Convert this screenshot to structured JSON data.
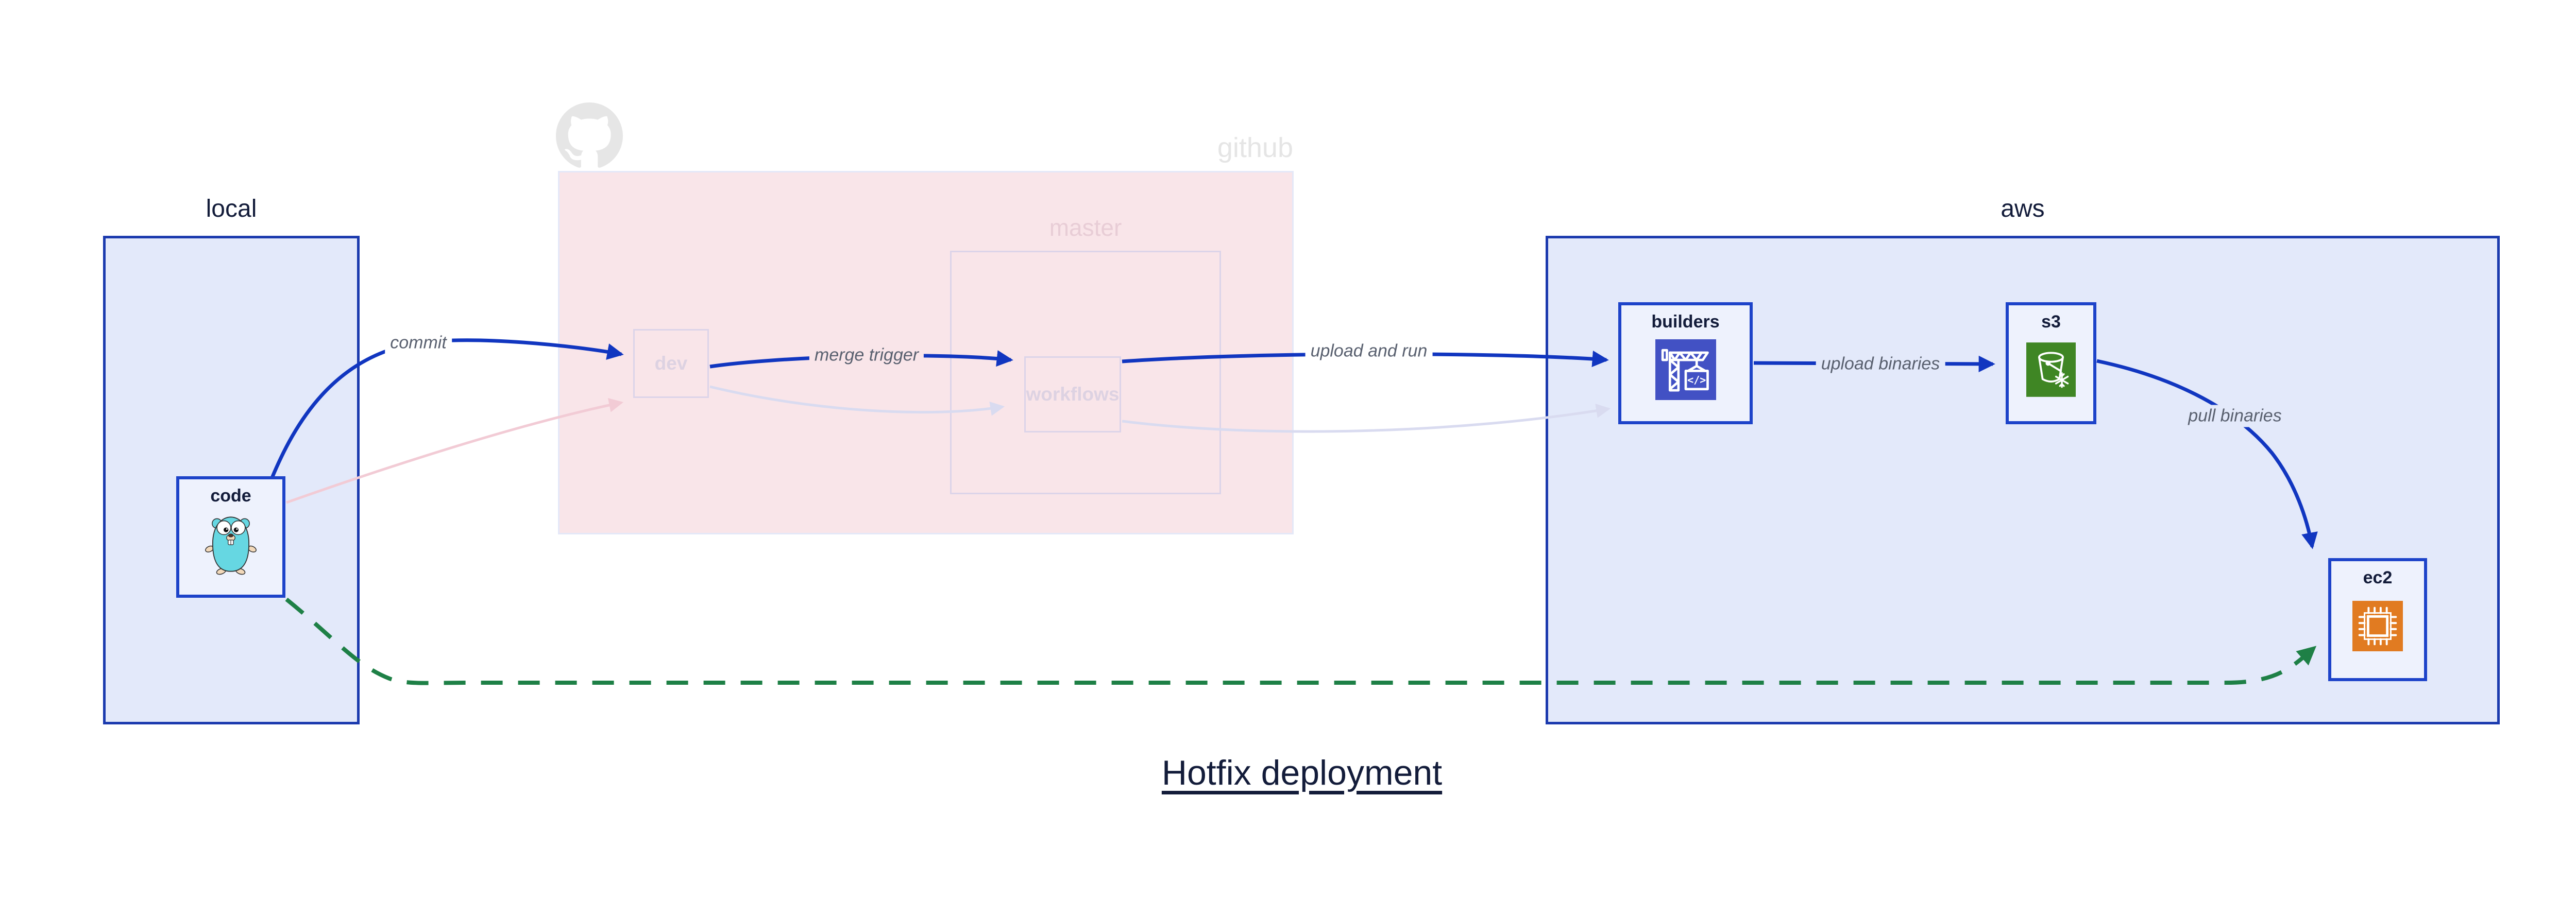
{
  "title": {
    "text": "Hotfix deployment"
  },
  "groups": {
    "local": {
      "label": "local"
    },
    "aws": {
      "label": "aws"
    },
    "github": {
      "label": "github",
      "branch": {
        "label": "master"
      }
    }
  },
  "nodes": {
    "code": {
      "label": "code",
      "icon": "go-gopher-icon"
    },
    "dev": {
      "label": "dev"
    },
    "workflows": {
      "label": "workflows"
    },
    "builders": {
      "label": "builders",
      "icon": "codebuild-crane-icon"
    },
    "s3": {
      "label": "s3",
      "icon": "s3-glacier-bucket-icon"
    },
    "ec2": {
      "label": "ec2",
      "icon": "ec2-chip-icon"
    }
  },
  "edges": {
    "commit": {
      "label": "commit",
      "from": "code",
      "to": "dev",
      "style": "solid-blue"
    },
    "merge_trigger": {
      "label": "merge trigger",
      "from": "dev",
      "to": "workflows",
      "style": "solid-blue"
    },
    "upload_and_run": {
      "label": "upload and run",
      "from": "workflows",
      "to": "builders",
      "style": "solid-blue"
    },
    "upload_binaries": {
      "label": "upload binaries",
      "from": "builders",
      "to": "s3",
      "style": "solid-blue"
    },
    "pull_binaries": {
      "label": "pull binaries",
      "from": "s3",
      "to": "ec2",
      "style": "solid-blue"
    },
    "faded_commit": {
      "label": "",
      "from": "code",
      "to": "dev",
      "style": "faded-pink"
    },
    "faded_merge": {
      "label": "",
      "from": "dev",
      "to": "workflows",
      "style": "faded-lavender"
    },
    "faded_upload": {
      "label": "",
      "from": "workflows",
      "to": "builders",
      "style": "faded-lavender"
    },
    "hotfix_direct_pull": {
      "label": "",
      "from": "code",
      "to": "ec2",
      "style": "dashed-green"
    }
  },
  "colors": {
    "edge_blue": "#1136c0",
    "container_border": "#1b3aae",
    "container_fill": "#e3e9fa",
    "item_border": "#1d43c9",
    "item_fill": "#eef2fd",
    "pink_fill": "#f9e5e9",
    "pink_border": "#e4e8f8",
    "faded_border": "#dcd4e9",
    "faded_text": "#ddd2e2",
    "master_text": "#e8cdd6",
    "github_gray": "#e5e5e5",
    "edge_pink": "#f2cbd5",
    "edge_lavender": "#d9dbf0",
    "edge_green": "#1e8046",
    "label_gray": "#59606f",
    "text_navy": "#131c3a",
    "codebuild_indigo": "#4251c4",
    "s3_green": "#3f8624",
    "ec2_orange": "#e17b21",
    "gopher_teal": "#66d7e2",
    "gopher_tan": "#f2d9ba"
  }
}
